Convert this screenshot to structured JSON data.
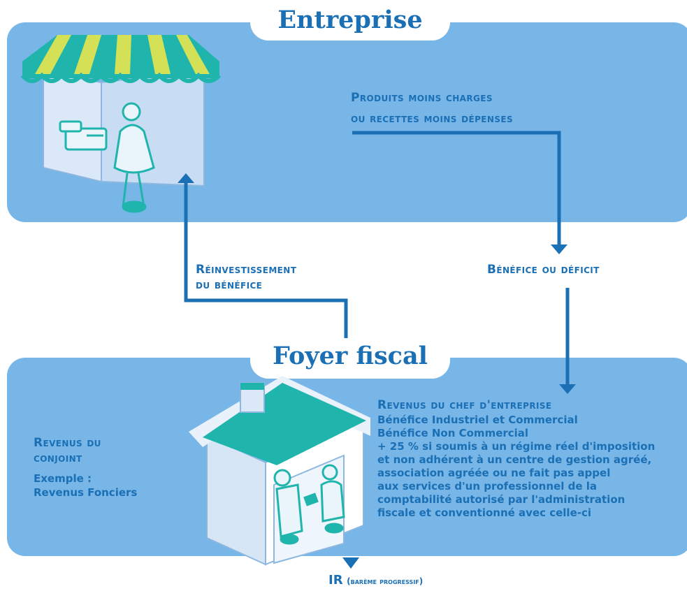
{
  "entreprise": {
    "title": "Entreprise",
    "produits_line1": "Produits moins charges",
    "produits_line2": "ou recettes moins dépenses"
  },
  "flows": {
    "benefice_ou_deficit": "Bénéfice ou déficit",
    "reinvestissement_line1": "Réinvestissement",
    "reinvestissement_line2": "du bénéfice"
  },
  "foyer": {
    "title": "Foyer fiscal",
    "conjoint_line1": "Revenus du",
    "conjoint_line2": "conjoint",
    "exemple": "Exemple :",
    "exemple_value": "Revenus Fonciers",
    "chef_title": "Revenus du chef d'entreprise",
    "chef_lines": [
      "Bénéfice Industriel et Commercial",
      "Bénéfice Non Commercial",
      "+ 25 % si soumis à un régime réel d'imposition",
      "et non adhérent à un centre de gestion agréé,",
      "association agréée ou ne fait pas appel",
      "aux services d'un professionnel de la",
      "comptabilité autorisé par l'administration",
      "fiscale et conventionné avec celle-ci"
    ]
  },
  "result": {
    "ir": "IR",
    "bareme": "(barème progressif)"
  },
  "colors": {
    "panel": "#77b6e6",
    "accent": "#1a6fb5",
    "teal": "#1fb5ad",
    "awning_yellow": "#d4e157"
  },
  "icons": [
    "shop-illustration",
    "house-illustration"
  ]
}
